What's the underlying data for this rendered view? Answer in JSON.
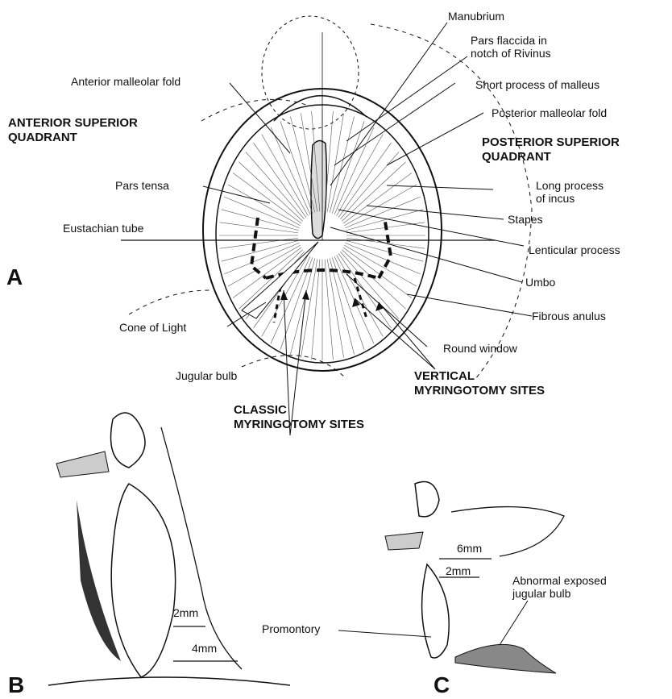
{
  "panels": {
    "a": "A",
    "b": "B",
    "c": "C"
  },
  "labels": {
    "manubrium": "Manubrium",
    "pars_flaccida": "Pars flaccida in\nnotch of Rivinus",
    "anterior_malleolar_fold": "Anterior malleolar fold",
    "short_process": "Short process of malleus",
    "posterior_malleolar_fold": "Posterior malleolar fold",
    "anterior_superior_quadrant": "ANTERIOR SUPERIOR\nQUADRANT",
    "posterior_superior_quadrant": "POSTERIOR SUPERIOR\nQUADRANT",
    "long_process_incus": "Long process\nof incus",
    "pars_tensa": "Pars tensa",
    "stapes": "Stapes",
    "eustachian_tube": "Eustachian tube",
    "lenticular_process": "Lenticular process",
    "umbo": "Umbo",
    "fibrous_anulus": "Fibrous anulus",
    "cone_of_light": "Cone of Light",
    "round_window": "Round window",
    "jugular_bulb": "Jugular bulb",
    "vertical_sites": "VERTICAL\nMYRINGOTOMY SITES",
    "classic_sites": "CLASSIC\nMYRINGOTOMY SITES"
  },
  "panel_b": {
    "dim_upper": "2mm",
    "dim_lower": "4mm"
  },
  "panel_c": {
    "dim_upper": "6mm",
    "dim_lower": "2mm",
    "promontory": "Promontory",
    "abnormal_bulb": "Abnormal exposed\njugular bulb"
  }
}
